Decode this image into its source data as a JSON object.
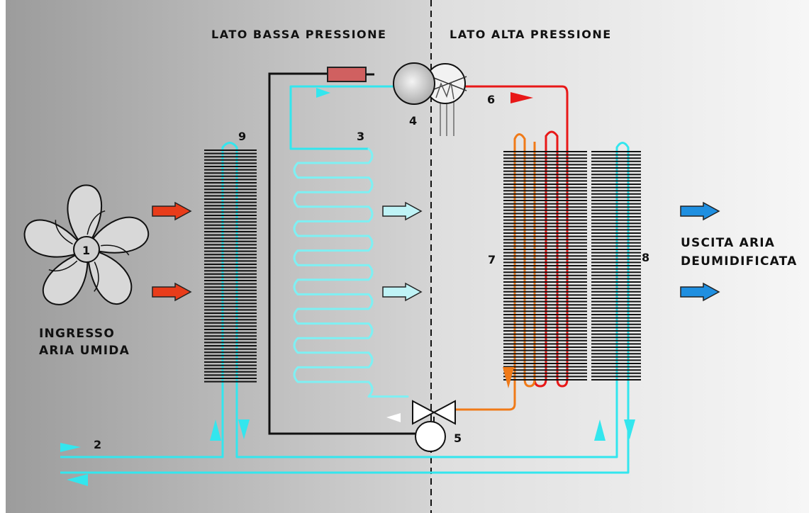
{
  "labels": {
    "low_side": "LATO BASSA PRESSIONE",
    "high_side": "LATO ALTA PRESSIONE",
    "inlet_line1": "INGRESSO",
    "inlet_line2": "ARIA UMIDA",
    "outlet_line1": "USCITA ARIA",
    "outlet_line2": "DEUMIDIFICATA"
  },
  "numbers": {
    "fan": "1",
    "pipe": "2",
    "evaporator": "3",
    "compressor": "4",
    "valve": "5",
    "hot_gas": "6",
    "condenser": "7",
    "reheat_coil": "8",
    "pre_coil": "9"
  },
  "icons": {
    "fan": "fan-icon",
    "compressor": "compressor-icon",
    "valve": "expansion-valve-icon",
    "filter": "filter-drier-icon"
  },
  "colors": {
    "low_pressure_pipe": "#33e6ee",
    "hot_gas_pipe": "#e81818",
    "liquid_pipe": "#f07a18",
    "inlet_arrow": "#e83c1a",
    "outlet_arrow": "#1f8fe0",
    "cool_arrow": "#bff3f6"
  }
}
